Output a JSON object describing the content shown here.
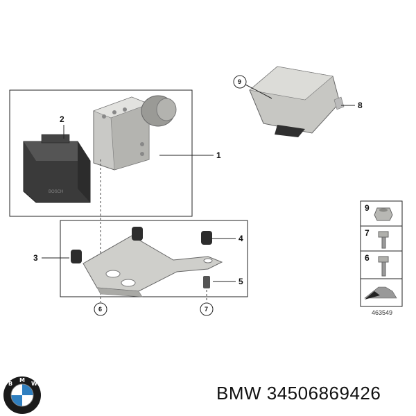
{
  "diagram": {
    "callouts": {
      "c1": "1",
      "c2": "2",
      "c3": "3",
      "c4": "4",
      "c5": "5",
      "c6": "6",
      "c7": "7",
      "c8": "8",
      "c9": "9"
    },
    "legend": {
      "r9": "9",
      "r7": "7",
      "r6": "6"
    },
    "diagram_id": "463549"
  },
  "logo": {
    "text": "BMW"
  },
  "caption": {
    "brand": "BMW",
    "part_number": "34506869426",
    "full": "BMW 34506869426"
  }
}
